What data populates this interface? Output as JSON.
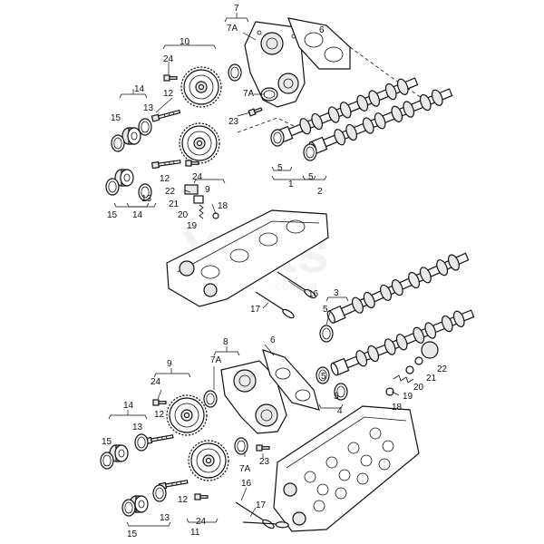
{
  "callouts": {
    "top": {
      "n7": "7",
      "n7A_a": "7A",
      "n6": "6",
      "n10": "10",
      "n24": "24",
      "n14": "14",
      "n12": "12",
      "n7A_b": "7A",
      "n15": "15",
      "n13": "13",
      "n23": "23",
      "n5a": "5",
      "n5b": "5",
      "n1": "1",
      "n2": "2",
      "n12b": "12",
      "n24b": "24",
      "n9": "9",
      "n22": "22",
      "n21": "21",
      "n18": "18",
      "n20": "20",
      "n19": "19",
      "n15b": "15",
      "n13b": "13",
      "n14b": "14"
    },
    "middle": {
      "n16": "16",
      "n17": "17",
      "n3": "3",
      "n5": "5"
    },
    "bottom": {
      "n8": "8",
      "n6": "6",
      "n9": "9",
      "n7A_a": "7A",
      "n24": "24",
      "n14": "14",
      "n13": "13",
      "n12": "12",
      "n15": "15",
      "n5a": "5",
      "n5b": "5",
      "n4": "4",
      "n22": "22",
      "n21": "21",
      "n20": "20",
      "n19": "19",
      "n18": "18",
      "n7A_b": "7A",
      "n23": "23",
      "n16": "16",
      "n17": "17",
      "n12b": "12",
      "n13b": "13",
      "n15b": "15",
      "n11": "11",
      "n24b": "24"
    }
  },
  "icons": {
    "sprocket": "sprocket-icon",
    "camshaft": "camshaft-icon",
    "cylinder_head": "cylinder-head-icon",
    "timing_cover": "timing-cover-icon",
    "gasket": "gasket-icon",
    "valve": "valve-icon",
    "seal": "seal-ring-icon",
    "bolt": "bolt-icon"
  }
}
